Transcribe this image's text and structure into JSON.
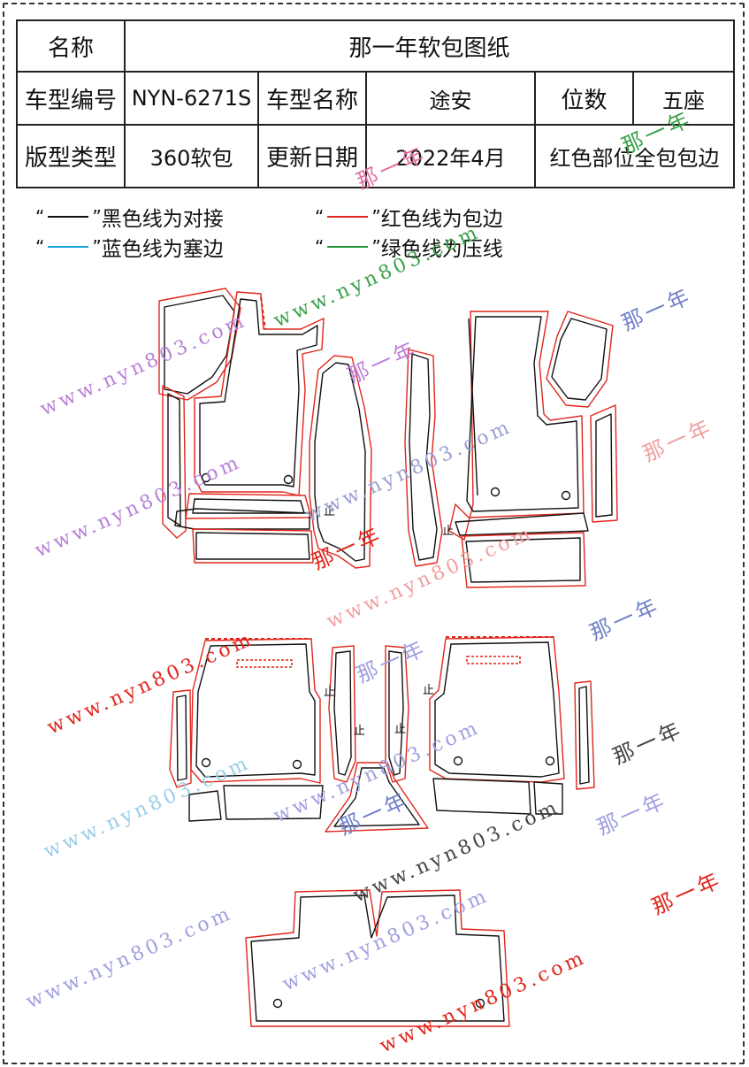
{
  "table": {
    "title_label": "名称",
    "title_value": "那一年软包图纸",
    "model_code_label": "车型编号",
    "model_code_value": "NYN-6271S",
    "model_name_label": "车型名称",
    "model_name_value": "途安",
    "seats_label": "位数",
    "seats_value": "五座",
    "pattern_type_label": "版型类型",
    "pattern_type_value": "360软包",
    "update_date_label": "更新日期",
    "update_date_value": "2022年4月",
    "note_value": "红色部位全包包边"
  },
  "legend": {
    "quote_open": "“",
    "quote_close": "”",
    "black": {
      "text": "黑色线为对接",
      "color": "#111111"
    },
    "red": {
      "text": "红色线为包边",
      "color": "#e0261c"
    },
    "blue": {
      "text": "蓝色线为塞边",
      "color": "#1aa3d9"
    },
    "green": {
      "text": "绿色线为压线",
      "color": "#1e9a3a"
    }
  },
  "drawing": {
    "stop_mark": "止",
    "red_color": "#e0261c",
    "black_color": "#111111"
  },
  "watermarks": {
    "url": "www.nyn803.com",
    "name": "那一年"
  }
}
